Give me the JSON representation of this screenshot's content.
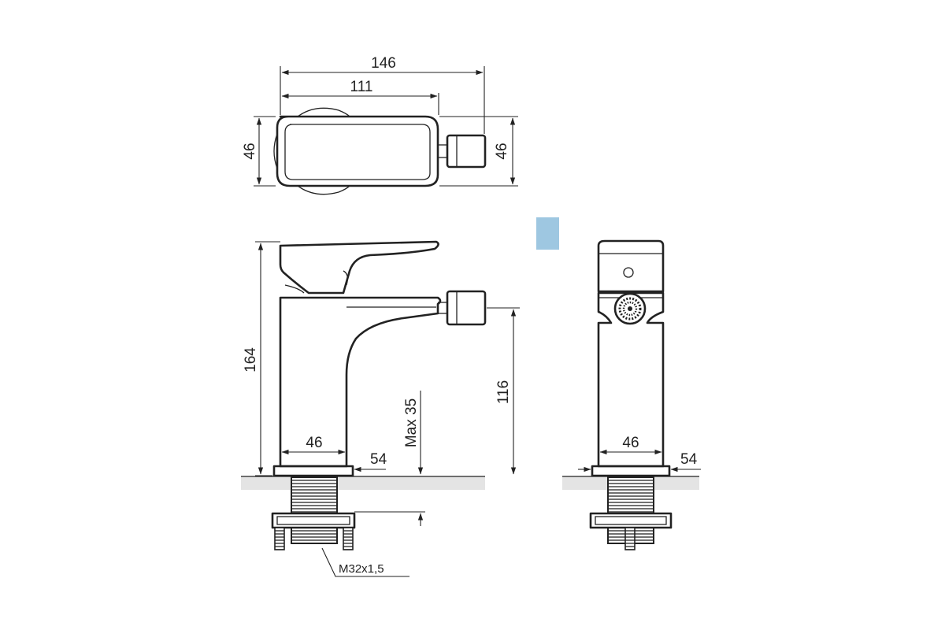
{
  "top_view": {
    "overall_length": "146",
    "handle_length": "111",
    "width_left": "46",
    "width_right": "46"
  },
  "side_view": {
    "height": "164",
    "outlet_height": "116",
    "max_deck_thickness": "Max 35",
    "base_width": "46",
    "base_offset": "54",
    "thread": "M32x1,5"
  },
  "front_view": {
    "base_width": "46",
    "base_offset": "54"
  },
  "colors": {
    "line": "#222222",
    "floor": "#e4e4e4",
    "swatch": "#9ec7e1"
  }
}
